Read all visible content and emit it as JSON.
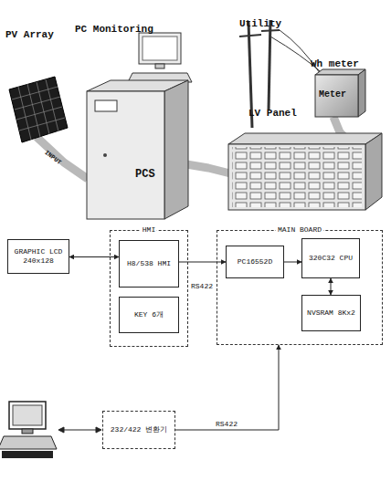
{
  "diagram": {
    "nodes": [
      {
        "text": [
          "GRAPHIC LCD 240x128"
        ]
      },
      {
        "text": [
          "HMI"
        ]
      },
      {
        "text": [
          "H8/538 HMI"
        ],
        "in": 1
      },
      {
        "text": [
          "KEY 6개"
        ],
        "in": 1
      },
      {
        "text": [
          "MAIN BOARD"
        ]
      },
      {
        "text": [
          "PC16552D"
        ],
        "in": 4
      },
      {
        "text": [
          "320C32 CPU"
        ],
        "in": 4
      },
      {
        "text": [
          "NVSRAM 8Kx2"
        ],
        "in": 4
      },
      {
        "text": [
          "232/422 변환기"
        ]
      }
    ],
    "edges": [
      {
        "from": 0,
        "to": 2,
        "arrow": "both"
      },
      {
        "from": 2,
        "to": 5,
        "label": "RS422",
        "arrow": "to"
      },
      {
        "from": 5,
        "to": 6,
        "arrow": "to"
      },
      {
        "from": 7,
        "to": 6,
        "arrow": "both"
      },
      {
        "from": 8,
        "to": 4,
        "label": "RS422",
        "arrow": "to"
      }
    ],
    "labels": [
      "PV Array",
      "PC Monitoring",
      "Utility",
      "Wh meter",
      "Meter",
      "LV Panel",
      "PCS",
      "INPUT"
    ]
  }
}
